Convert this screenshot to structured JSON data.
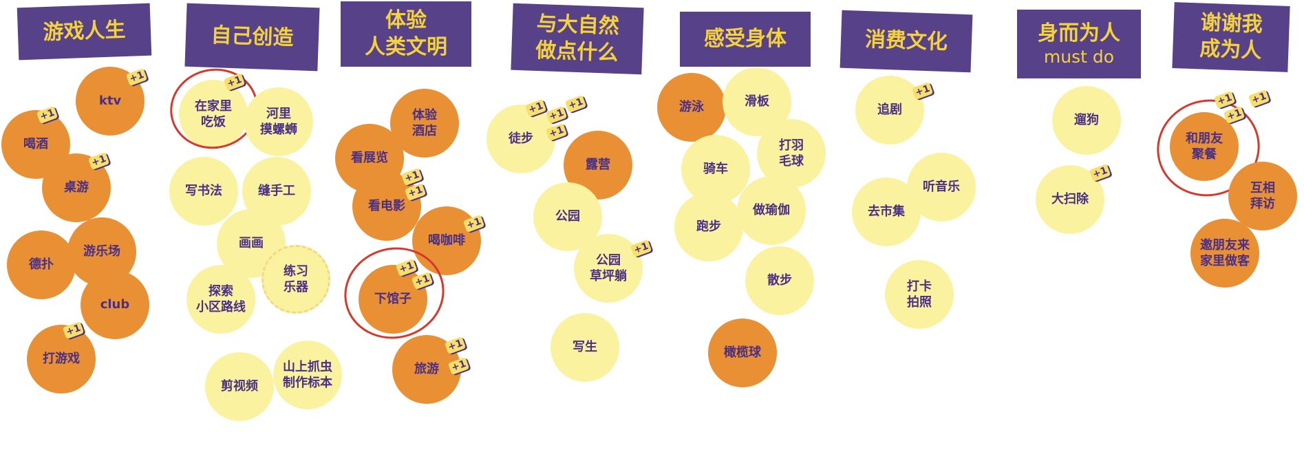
{
  "colors": {
    "header_bg": "#574188",
    "header_text": "#f4d23b",
    "orange": "#e98f34",
    "yellow": "#fbf2a0",
    "ring": "#d8372b",
    "badge": "#f6df6a"
  },
  "columns": [
    {
      "title": "游戏人生",
      "items": [
        {
          "label": "ktv",
          "tone": "orange",
          "badge": "+1"
        },
        {
          "label": "喝酒",
          "tone": "orange",
          "badge": "+1"
        },
        {
          "label": "桌游",
          "tone": "orange",
          "badge": "+1"
        },
        {
          "label": "德扑",
          "tone": "orange"
        },
        {
          "label": "游乐场",
          "tone": "orange"
        },
        {
          "label": "club",
          "tone": "orange"
        },
        {
          "label": "打游戏",
          "tone": "orange",
          "badge": "+1"
        }
      ]
    },
    {
      "title": "自己创造",
      "items": [
        {
          "label": "在家里\n吃饭",
          "tone": "yellow",
          "badge": "+1",
          "highlighted": true
        },
        {
          "label": "河里\n摸螺蛳",
          "tone": "yellow"
        },
        {
          "label": "写书法",
          "tone": "yellow"
        },
        {
          "label": "缝手工",
          "tone": "yellow"
        },
        {
          "label": "画画",
          "tone": "yellow"
        },
        {
          "label": "练习\n乐器",
          "tone": "yellow"
        },
        {
          "label": "探索\n小区路线",
          "tone": "yellow"
        },
        {
          "label": "剪视频",
          "tone": "yellow"
        },
        {
          "label": "山上抓虫\n制作标本",
          "tone": "yellow"
        }
      ]
    },
    {
      "title": "体验\n人类文明",
      "items": [
        {
          "label": "体验\n酒店",
          "tone": "orange"
        },
        {
          "label": "看展览",
          "tone": "orange"
        },
        {
          "label": "看电影",
          "tone": "orange",
          "badges": [
            "+1",
            "+1"
          ]
        },
        {
          "label": "喝咖啡",
          "tone": "orange",
          "badge": "+1"
        },
        {
          "label": "下馆子",
          "tone": "orange",
          "badges": [
            "+1",
            "+1"
          ],
          "highlighted": true
        },
        {
          "label": "旅游",
          "tone": "orange",
          "badges": [
            "+1",
            "+1"
          ]
        }
      ]
    },
    {
      "title": "与大自然\n做点什么",
      "items": [
        {
          "label": "徒步",
          "tone": "yellow",
          "badges": [
            "+1",
            "+1",
            "+1",
            "+1"
          ]
        },
        {
          "label": "露营",
          "tone": "orange"
        },
        {
          "label": "公园",
          "tone": "yellow"
        },
        {
          "label": "公园\n草坪躺",
          "tone": "yellow",
          "badge": "+1"
        },
        {
          "label": "写生",
          "tone": "yellow"
        }
      ]
    },
    {
      "title": "感受身体",
      "items": [
        {
          "label": "游泳",
          "tone": "orange"
        },
        {
          "label": "滑板",
          "tone": "yellow"
        },
        {
          "label": "骑车",
          "tone": "yellow"
        },
        {
          "label": "打羽\n毛球",
          "tone": "yellow"
        },
        {
          "label": "跑步",
          "tone": "yellow"
        },
        {
          "label": "做瑜伽",
          "tone": "yellow"
        },
        {
          "label": "散步",
          "tone": "yellow"
        },
        {
          "label": "橄榄球",
          "tone": "orange"
        }
      ]
    },
    {
      "title": "消费文化",
      "items": [
        {
          "label": "追剧",
          "tone": "yellow",
          "badge": "+1"
        },
        {
          "label": "听音乐",
          "tone": "yellow"
        },
        {
          "label": "去市集",
          "tone": "yellow"
        },
        {
          "label": "打卡\n拍照",
          "tone": "yellow"
        }
      ]
    },
    {
      "title": "身而为人",
      "subtitle": "must do",
      "items": [
        {
          "label": "遛狗",
          "tone": "yellow"
        },
        {
          "label": "大扫除",
          "tone": "yellow",
          "badge": "+1"
        }
      ]
    },
    {
      "title": "谢谢我\n成为人",
      "items": [
        {
          "label": "和朋友\n聚餐",
          "tone": "orange",
          "badges": [
            "+1",
            "+1",
            "+1"
          ],
          "highlighted": true
        },
        {
          "label": "互相\n拜访",
          "tone": "orange"
        },
        {
          "label": "邀朋友来\n家里做客",
          "tone": "orange"
        }
      ]
    }
  ]
}
